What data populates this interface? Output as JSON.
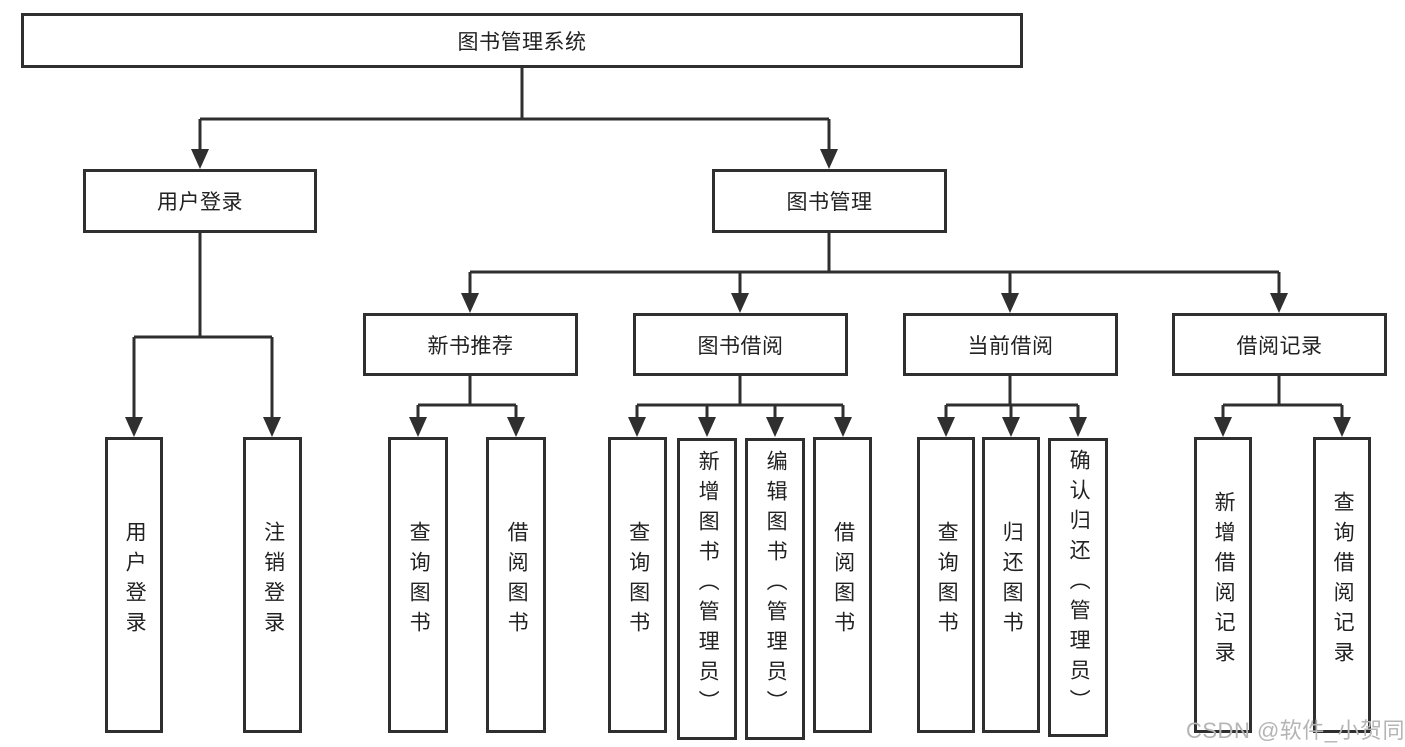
{
  "diagram": {
    "root": {
      "label": "图书管理系统"
    },
    "level2": [
      {
        "label": "用户登录"
      },
      {
        "label": "图书管理"
      }
    ],
    "level3": [
      {
        "label": "新书推荐"
      },
      {
        "label": "图书借阅"
      },
      {
        "label": "当前借阅"
      },
      {
        "label": "借阅记录"
      }
    ],
    "leaves": {
      "user_login": [
        "用户登录",
        "注销登录"
      ],
      "new_book": [
        "查询图书",
        "借阅图书"
      ],
      "book_borrow": [
        "查询图书",
        "新增图书（管理员）",
        "编辑图书（管理员）",
        "借阅图书"
      ],
      "current_borrow": [
        "查询图书",
        "归还图书",
        "确认归还（管理员）"
      ],
      "borrow_records": [
        "新增借阅记录",
        "查询借阅记录"
      ]
    }
  },
  "watermark": {
    "text": "CSDN @软件_小贺同学",
    "color": "#b5b5b5"
  },
  "colors": {
    "line": "#2f2f2f",
    "box_border": "#2f2f2f",
    "text": "#222222",
    "background": "#ffffff"
  }
}
